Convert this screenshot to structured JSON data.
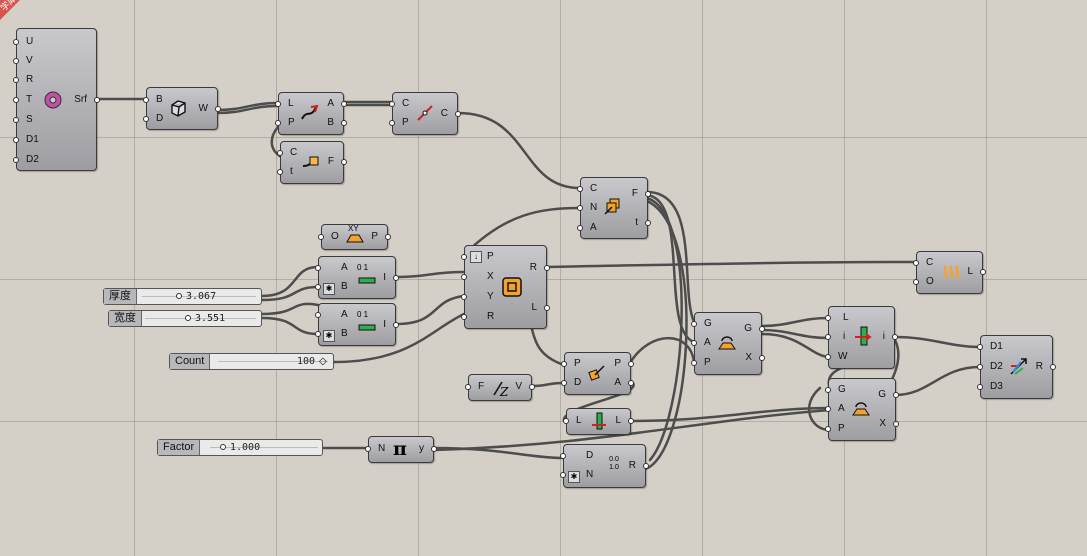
{
  "watermark": {
    "line1": "xuexiniu",
    "line2": "学犀牛中文网"
  },
  "colors": {
    "canvas": "#d4d0c8",
    "component": "#a9a9ad",
    "wire": "#4d4d4d",
    "badge": "#d9534f"
  },
  "components": {
    "surface": {
      "inputs": [
        "U",
        "V",
        "R",
        "T",
        "S",
        "D1",
        "D2"
      ],
      "output": "Srf",
      "icon": "torus-surface-icon"
    },
    "box": {
      "inputs": [
        "B",
        "D"
      ],
      "output": "W",
      "icon": "box-icon"
    },
    "curves": {
      "inputs": [
        "L",
        "P"
      ],
      "outputs": [
        "A",
        "B"
      ],
      "icon": "curve-split-icon"
    },
    "evalcurve": {
      "inputs": [
        "C",
        "t"
      ],
      "output": "F",
      "icon": "curve-point-icon"
    },
    "closest": {
      "inputs": [
        "C",
        "P"
      ],
      "output": "C",
      "icon": "closest-point-icon"
    },
    "frames": {
      "inputs": [
        "C",
        "N",
        "A"
      ],
      "outputs": [
        "F",
        "t"
      ],
      "icon": "frames-icon"
    },
    "xyplane": {
      "input": "O",
      "output": "P",
      "icon": "xy-plane-icon",
      "label": "XY"
    },
    "range1": {
      "inputs": [
        "A",
        "B"
      ],
      "output": "I",
      "icon": "range-icon",
      "label": "0 1"
    },
    "range2": {
      "inputs": [
        "A",
        "B"
      ],
      "output": "I",
      "icon": "range-icon",
      "label": "0 1"
    },
    "rect": {
      "inputs": [
        "P",
        "X",
        "Y",
        "R"
      ],
      "outputs": [
        "R",
        "L"
      ],
      "icon": "rectangle-icon"
    },
    "loft": {
      "inputs": [
        "C",
        "O"
      ],
      "output": "L",
      "icon": "loft-icon"
    },
    "zvec": {
      "input": "F",
      "output": "V",
      "icon": "unit-z-icon"
    },
    "deconstruct": {
      "inputs": [
        "P",
        "D"
      ],
      "outputs": [
        "P",
        "A"
      ],
      "icon": "deconstruct-plane-icon"
    },
    "line": {
      "input": "L",
      "output": "L",
      "icon": "line-icon"
    },
    "pi": {
      "input": "N",
      "output": "y",
      "icon": "pi-icon",
      "label": "π"
    },
    "series": {
      "inputs": [
        "D",
        "N"
      ],
      "output": "R",
      "icon": "series-icon",
      "label": "0.0 1.0"
    },
    "orient1": {
      "inputs": [
        "G",
        "A",
        "P"
      ],
      "outputs": [
        "G",
        "X"
      ],
      "icon": "orient-icon"
    },
    "orient2": {
      "inputs": [
        "G",
        "A",
        "P"
      ],
      "outputs": [
        "G",
        "X"
      ],
      "icon": "orient-icon"
    },
    "flip": {
      "inputs": [
        "L",
        "i",
        "W"
      ],
      "output": "i",
      "icon": "flip-icon"
    },
    "merge": {
      "inputs": [
        "D1",
        "D2",
        "D3"
      ],
      "output": "R",
      "icon": "merge-icon"
    }
  },
  "sliders": {
    "thickness": {
      "label": "厚度",
      "value": "3.067",
      "fill": 0.35
    },
    "width": {
      "label": "宽度",
      "value": "3.551",
      "fill": 0.4
    },
    "count": {
      "label": "Count",
      "value": "100",
      "fill": 1.0
    },
    "factor": {
      "label": "Factor",
      "value": "1.000",
      "fill": 0.05
    }
  }
}
